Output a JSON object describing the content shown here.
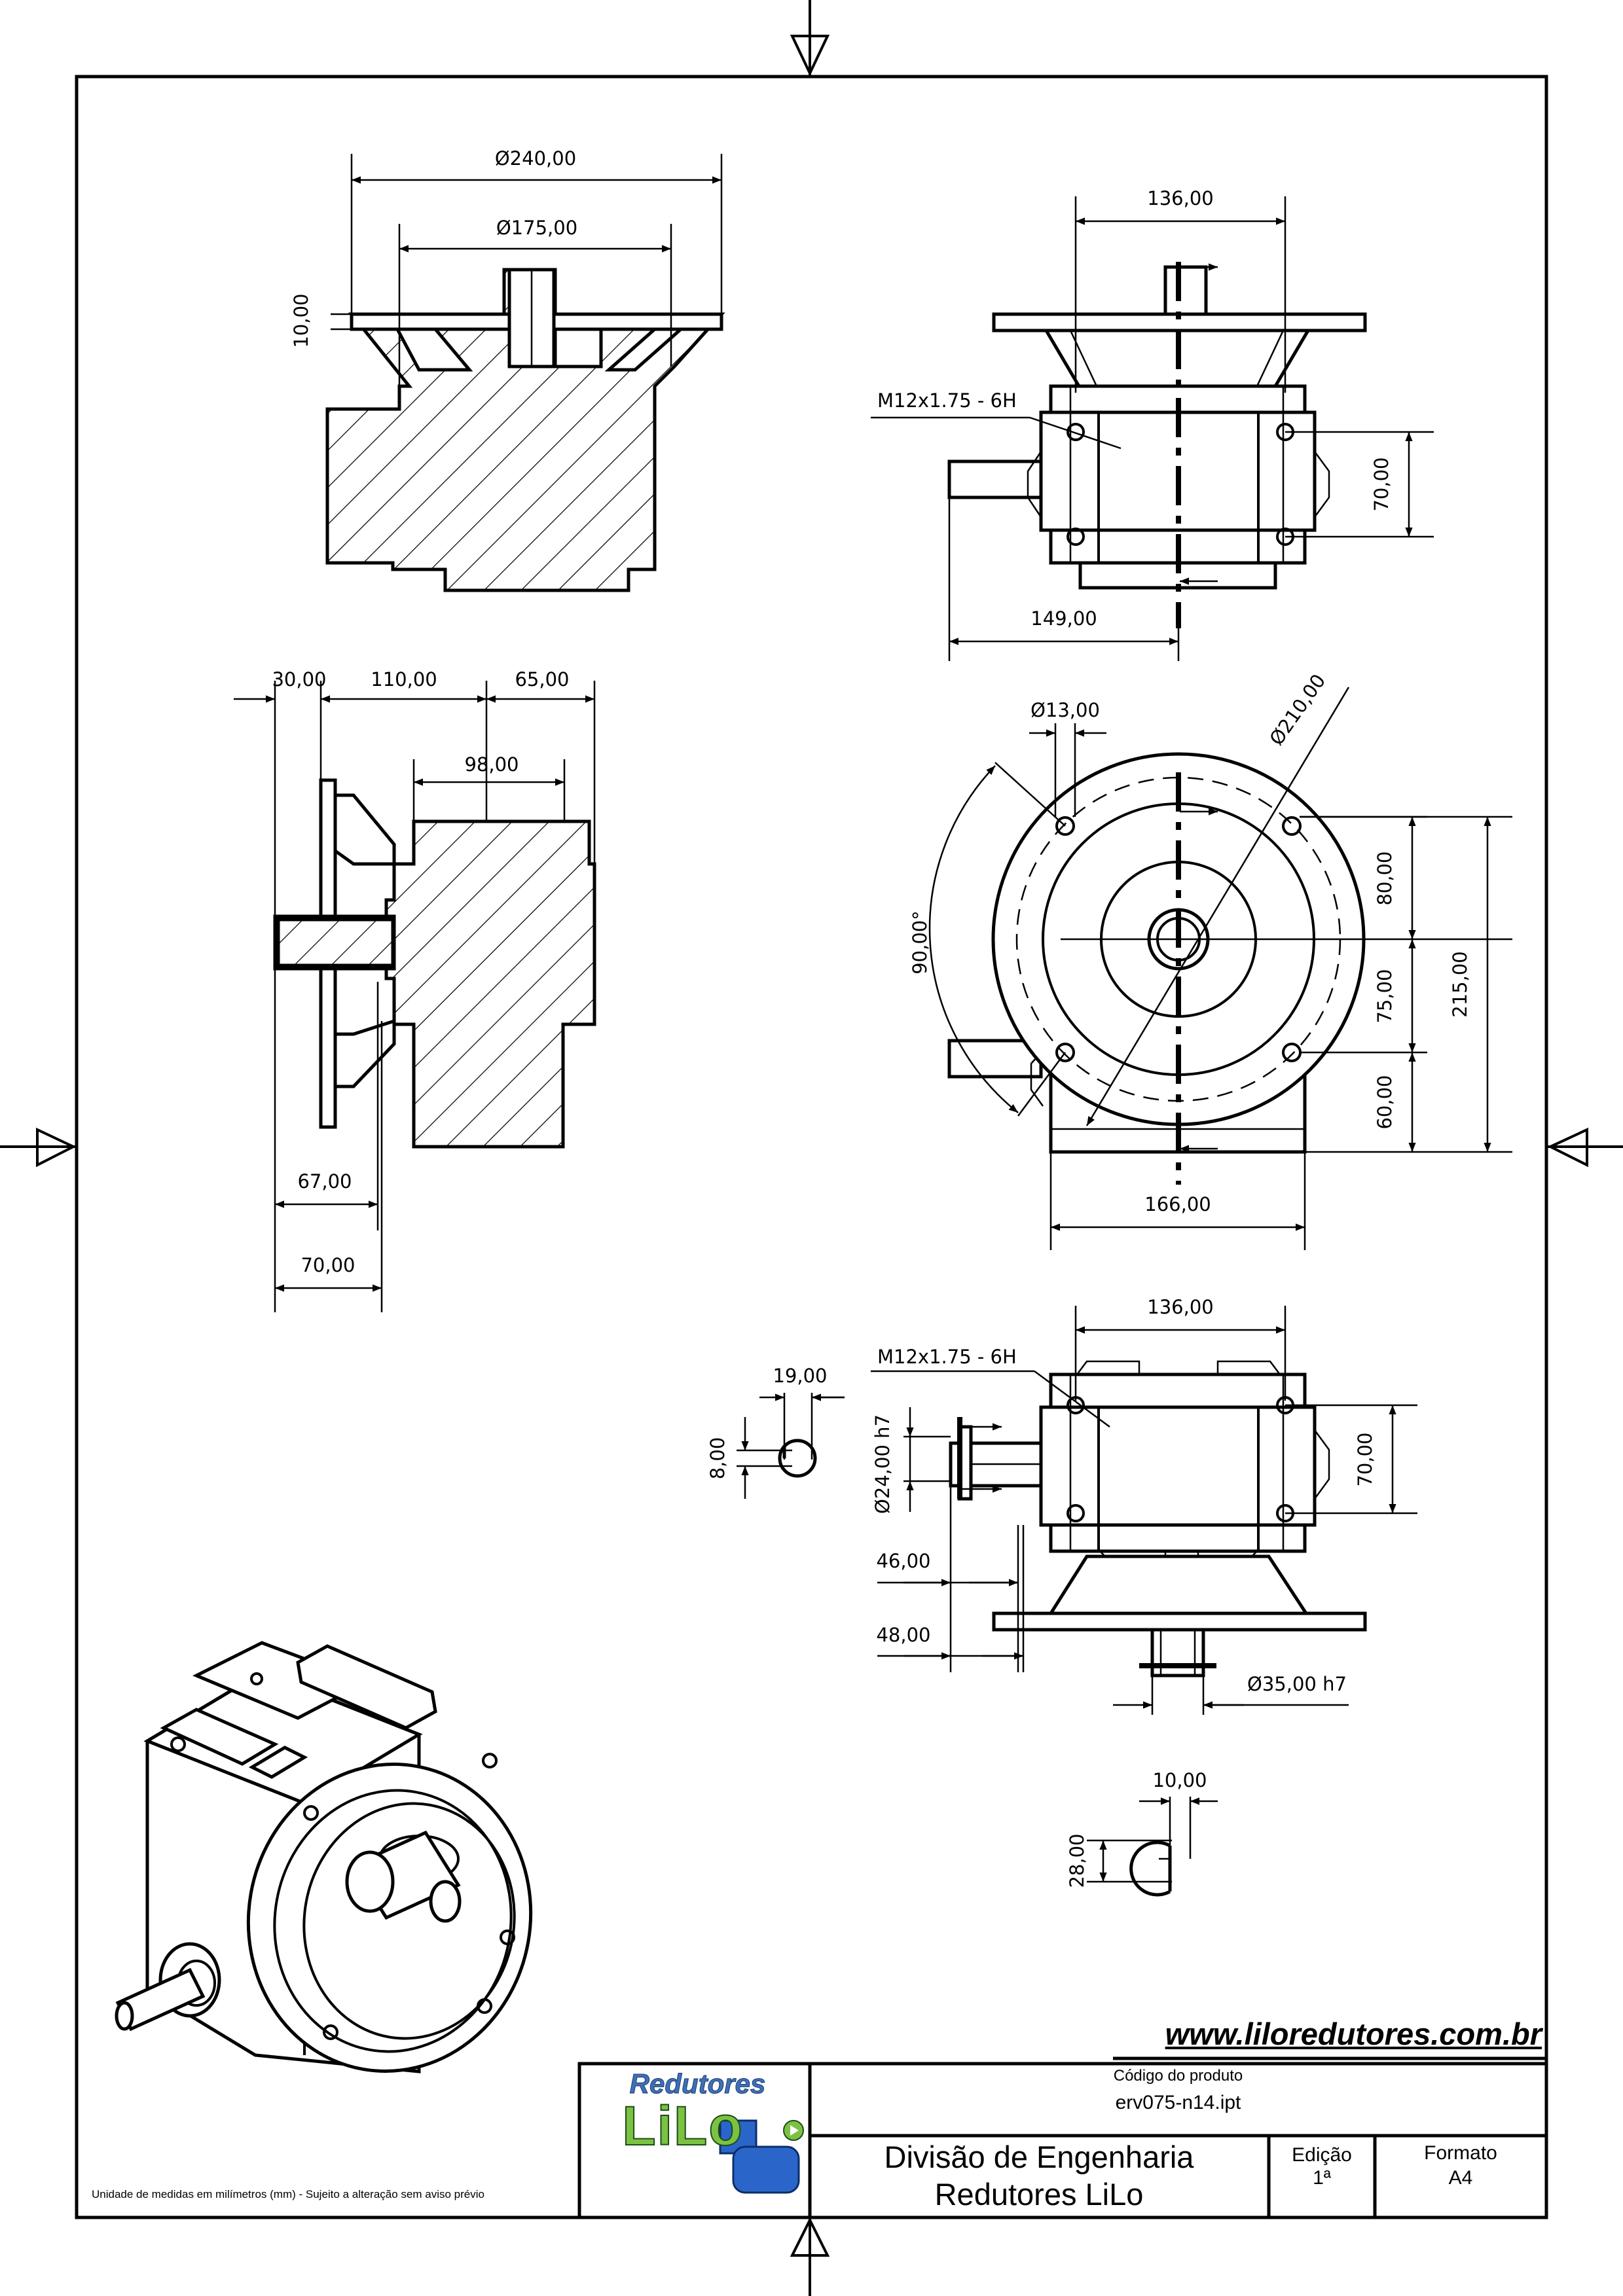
{
  "dimensions": {
    "d240": "Ø240,00",
    "d175": "Ø175,00",
    "t10": "10,00",
    "w136_top": "136,00",
    "thread_top": "M12x1.75 - 6H",
    "h70_top": "70,00",
    "w149": "149,00",
    "d30": "30,00",
    "d110": "110,00",
    "d65": "65,00",
    "d98": "98,00",
    "d67": "67,00",
    "d70_left": "70,00",
    "d13": "Ø13,00",
    "d210": "Ø210,00",
    "ang90": "90,00°",
    "h80": "80,00",
    "h75": "75,00",
    "h215": "215,00",
    "h60": "60,00",
    "w166": "166,00",
    "w136_bottom": "136,00",
    "thread_bottom": "M12x1.75 - 6H",
    "key19": "19,00",
    "key8": "8,00",
    "shaft24": "Ø24,00 h7",
    "h70_bottom": "70,00",
    "d46": "46,00",
    "d48": "48,00",
    "shaft35": "Ø35,00 h7",
    "key10": "10,00",
    "key28": "28,00"
  },
  "website": "www.liloredutores.com.br",
  "note": "Unidade de medidas em milímetros (mm) - Sujeito a alteração sem aviso prévio",
  "title_block": {
    "product_code_label": "Código do produto",
    "product_code": "erv075-n14.ipt",
    "division_line1": "Divisão de Engenharia",
    "division_line2": "Redutores LiLo",
    "edition_label": "Edição",
    "edition_value": "1ª",
    "format_label": "Formato",
    "format_value": "A4"
  },
  "logo": {
    "top": "Redutores",
    "main": "LiLo"
  },
  "colors": {
    "logo_blue": "#3f6fb5",
    "logo_green": "#7cc242",
    "motor_blue": "#2a66c9"
  }
}
